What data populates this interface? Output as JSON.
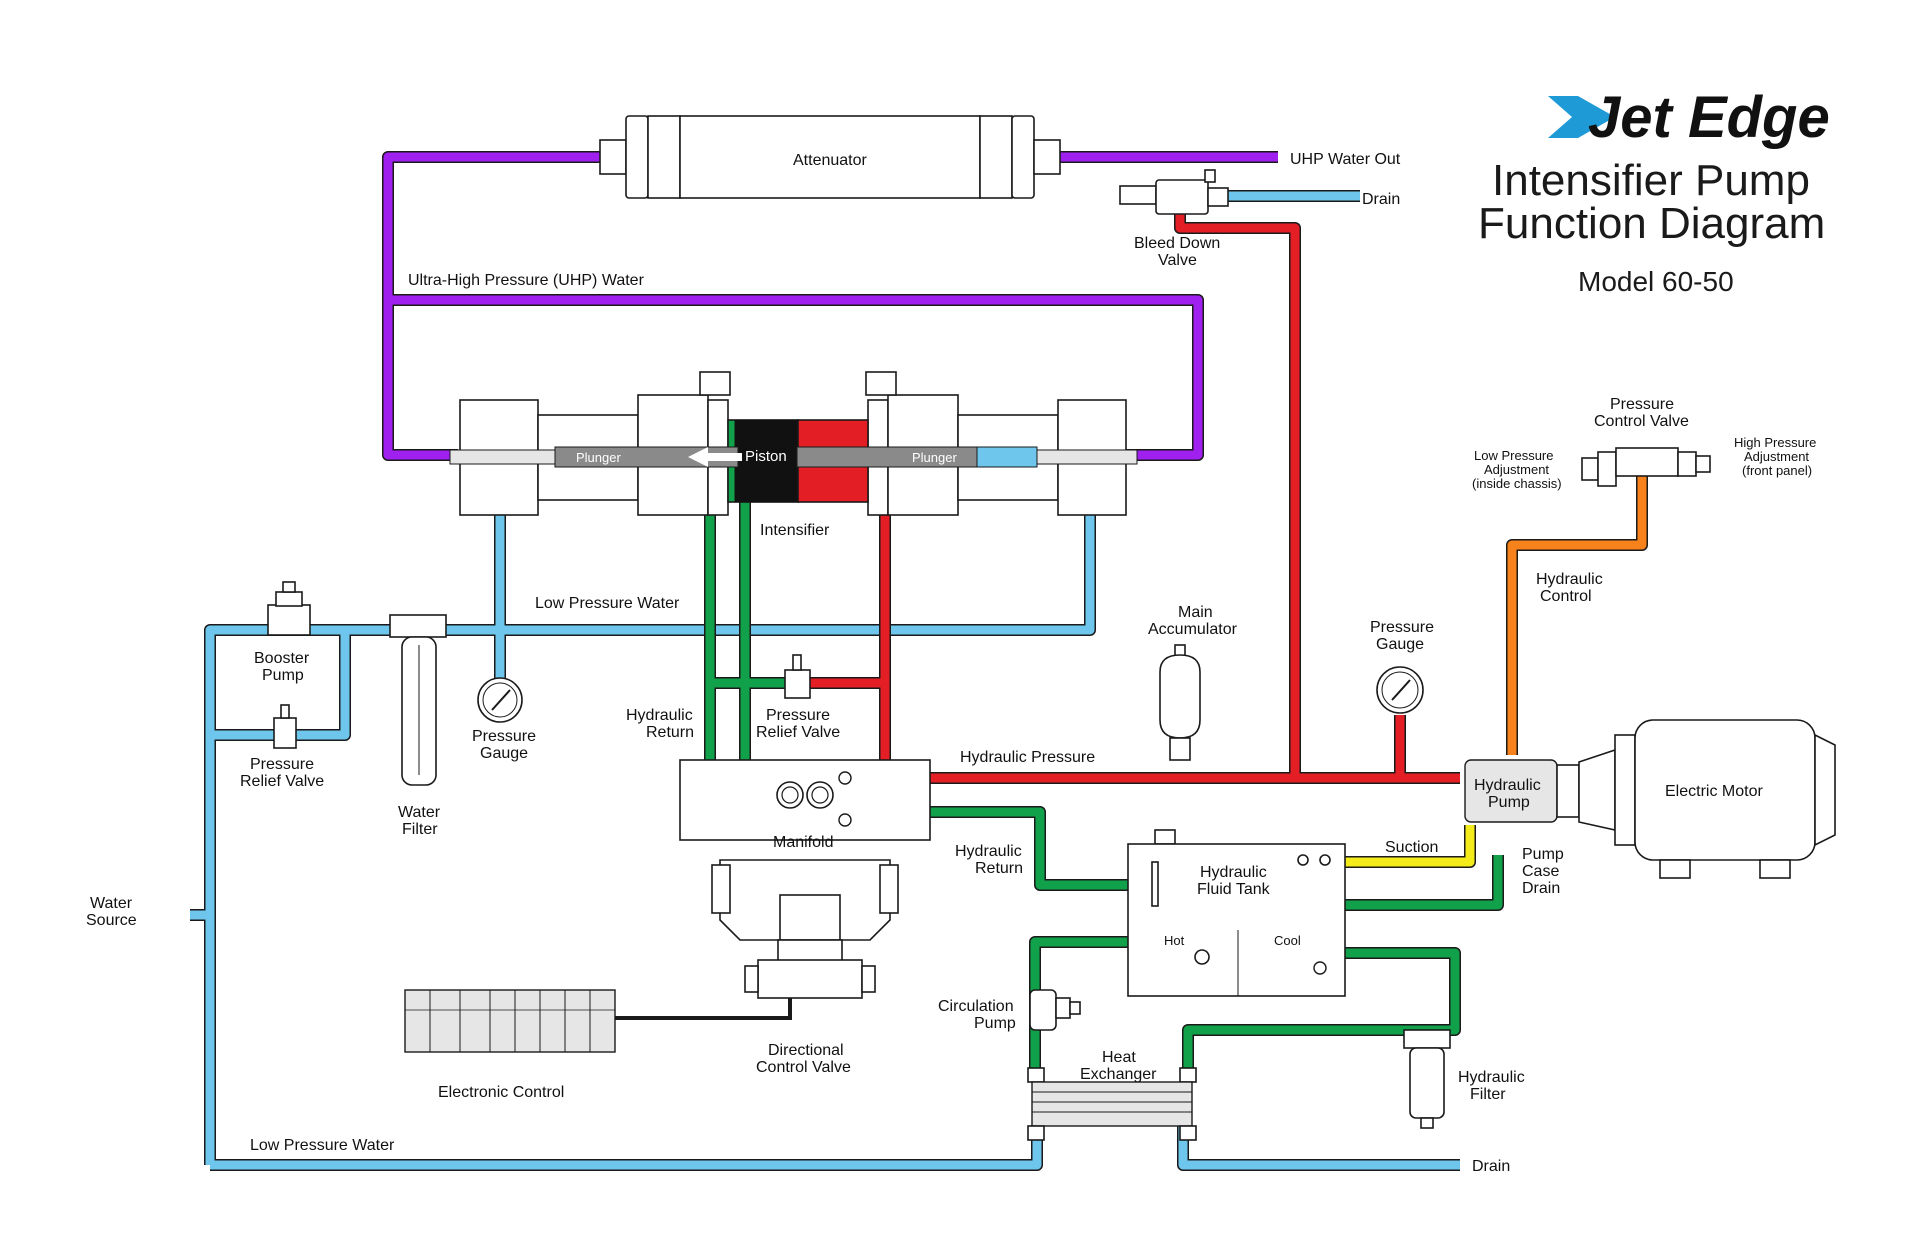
{
  "brand": {
    "name": "Jet Edge"
  },
  "title": {
    "line1": "Intensifier Pump",
    "line2": "Function Diagram",
    "model": "Model 60-50"
  },
  "colors": {
    "uhp_water": "#a020f0",
    "low_pressure_water": "#6ec6ec",
    "hydraulic_pressure": "#e31e24",
    "hydraulic_return": "#12a14b",
    "hydraulic_control": "#f7821b",
    "suction": "#f4ec1a",
    "control_wire": "#1a1a1a",
    "brand_blue": "#1e9ad6"
  },
  "labels": {
    "attenuator": "Attenuator",
    "uhp_water_out": "UHP Water Out",
    "drain_top": "Drain",
    "bleed_down_valve_1": "Bleed Down",
    "bleed_down_valve_2": "Valve",
    "uhp_water": "Ultra-High Pressure (UHP)  Water",
    "plunger_left": "Plunger",
    "piston": "Piston",
    "plunger_right": "Plunger",
    "intensifier": "Intensifier",
    "low_pressure_water_top": "Low Pressure Water",
    "booster_pump_1": "Booster",
    "booster_pump_2": "Pump",
    "pressure_relief_left_1": "Pressure",
    "pressure_relief_left_2": "Relief Valve",
    "water_filter_1": "Water",
    "water_filter_2": "Filter",
    "pressure_gauge_left_1": "Pressure",
    "pressure_gauge_left_2": "Gauge",
    "hydraulic_return_top_1": "Hydraulic",
    "hydraulic_return_top_2": "Return",
    "pressure_relief_mid_1": "Pressure",
    "pressure_relief_mid_2": "Relief Valve",
    "main_accumulator_1": "Main",
    "main_accumulator_2": "Accumulator",
    "pressure_gauge_right_1": "Pressure",
    "pressure_gauge_right_2": "Gauge",
    "hydraulic_pressure": "Hydraulic Pressure",
    "manifold": "Manifold",
    "hydraulic_return_mid_1": "Hydraulic",
    "hydraulic_return_mid_2": "Return",
    "hydraulic_fluid_tank_1": "Hydraulic",
    "hydraulic_fluid_tank_2": "Fluid Tank",
    "hot": "Hot",
    "cool": "Cool",
    "suction": "Suction",
    "pump_case_drain_1": "Pump",
    "pump_case_drain_2": "Case",
    "pump_case_drain_3": "Drain",
    "hydraulic_pump_1": "Hydraulic",
    "hydraulic_pump_2": "Pump",
    "electric_motor": "Electric Motor",
    "pressure_control_valve_1": "Pressure",
    "pressure_control_valve_2": "Control Valve",
    "low_pressure_adj_1": "Low Pressure",
    "low_pressure_adj_2": "Adjustment",
    "low_pressure_adj_3": "(inside chassis)",
    "high_pressure_adj_1": "High Pressure",
    "high_pressure_adj_2": "Adjustment",
    "high_pressure_adj_3": "(front panel)",
    "hydraulic_control_1": "Hydraulic",
    "hydraulic_control_2": "Control",
    "water_source_1": "Water",
    "water_source_2": "Source",
    "electronic_control": "Electronic Control",
    "directional_valve_1": "Directional",
    "directional_valve_2": "Control Valve",
    "circulation_pump_1": "Circulation",
    "circulation_pump_2": "Pump",
    "heat_exchanger_1": "Heat",
    "heat_exchanger_2": "Exchanger",
    "hydraulic_filter_1": "Hydraulic",
    "hydraulic_filter_2": "Filter",
    "low_pressure_water_bottom": "Low Pressure Water",
    "drain_bottom": "Drain"
  }
}
